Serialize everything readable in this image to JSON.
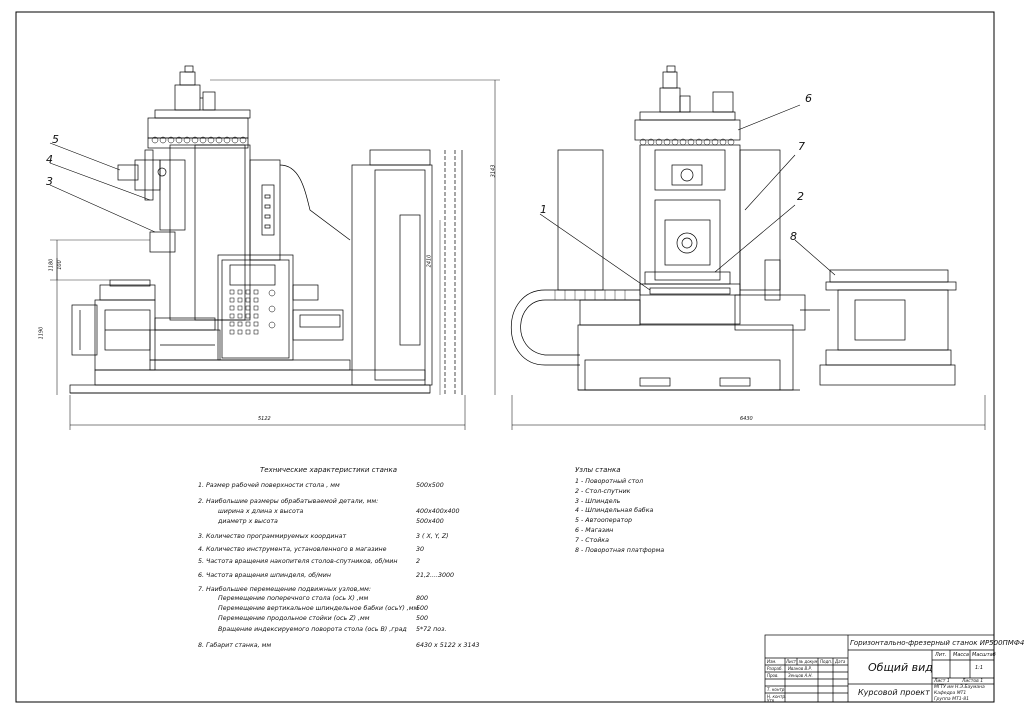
{
  "callouts": {
    "c1": "1",
    "c2": "2",
    "c3": "3",
    "c4": "4",
    "c5": "5",
    "c6": "6",
    "c7": "7",
    "c8": "8"
  },
  "dimensions": {
    "left_width": "5122",
    "right_width": "6430",
    "height_total": "3143",
    "height_column": "2410",
    "height_table": "1190",
    "height_spindle": "1180",
    "small_dim": "100"
  },
  "specs": {
    "title": "Технические характеристики станка",
    "rows": [
      {
        "label": "1. Размер рабочей поверхности стола , мм",
        "value": "500x500"
      },
      {
        "label": "2. Наибольшие размеры обрабатываемой детали, мм:",
        "value": ""
      },
      {
        "label": "ширина x длина x высота",
        "value": "400x400x400"
      },
      {
        "label": "диаметр x высота",
        "value": "500x400"
      },
      {
        "label": "3. Количество программируемых координат",
        "value": "3 ( X, Y, Z)"
      },
      {
        "label": "4. Количество инструмента, установленного  в магазине",
        "value": "30"
      },
      {
        "label": "5. Частота  вращения накопителя столов-спутников, об/мин",
        "value": "2"
      },
      {
        "label": "6. Частота  вращения шпинделя, об/мин",
        "value": "21,2....3000"
      },
      {
        "label": "7. Наибольшее перемещение подвижных узлов,мм:",
        "value": ""
      },
      {
        "label": "Перемещение  поперечного стола (ось X) ,мм",
        "value": "800"
      },
      {
        "label": "Перемещение  вертикальное шпиндельное бабки (осьY) ,мм",
        "value": "500"
      },
      {
        "label": "Перемещение продольное стойки (ось  Z) ,мм",
        "value": "500"
      },
      {
        "label": "Вращение индексируемого поворота стола (ось B) ,град",
        "value": "5*72  поз."
      },
      {
        "label": "8. Габарит станка, мм",
        "value": "6430 x 5122 x 3143"
      }
    ]
  },
  "parts": {
    "title": "Узлы станка",
    "items": [
      "1 - Поворотный стол",
      "2 - Стол-спутник",
      "3 - Шпиндель",
      "4 - Шпиндельная бабка",
      "5 - Автооператор",
      "6 - Магазин",
      "7 - Стойка",
      "8 - Поворотная платформа"
    ]
  },
  "title_block": {
    "machine_name": "Горизонтально-фрезерный станок ИР500ПМФ4",
    "drawing_name": "Общий вид",
    "project": "Курсовой проект",
    "lit": "Лит.",
    "mass": "Масса",
    "scale": "Масштаб",
    "scale_value": "1:1",
    "sheet": "Лист 1",
    "sheets": "Листов 1",
    "org1": "МГТУ им Н.Э.Баумана",
    "org2": "Кафедра МТ1",
    "org3": "Группа МТ1-81",
    "col_izm": "Изм.",
    "col_list": "Лист",
    "col_doc": "№ докум.",
    "col_sign": "Подп.",
    "col_date": "Дата",
    "row_razrab": "Разраб.",
    "row_prov": "Пров.",
    "row_tkontr": "Т. контр.",
    "row_nkontr": "Н. контр.",
    "row_utv": "Утв.",
    "name_razrab": "Иванов В.Р.",
    "name_prov": "Зенцов А.Н."
  }
}
